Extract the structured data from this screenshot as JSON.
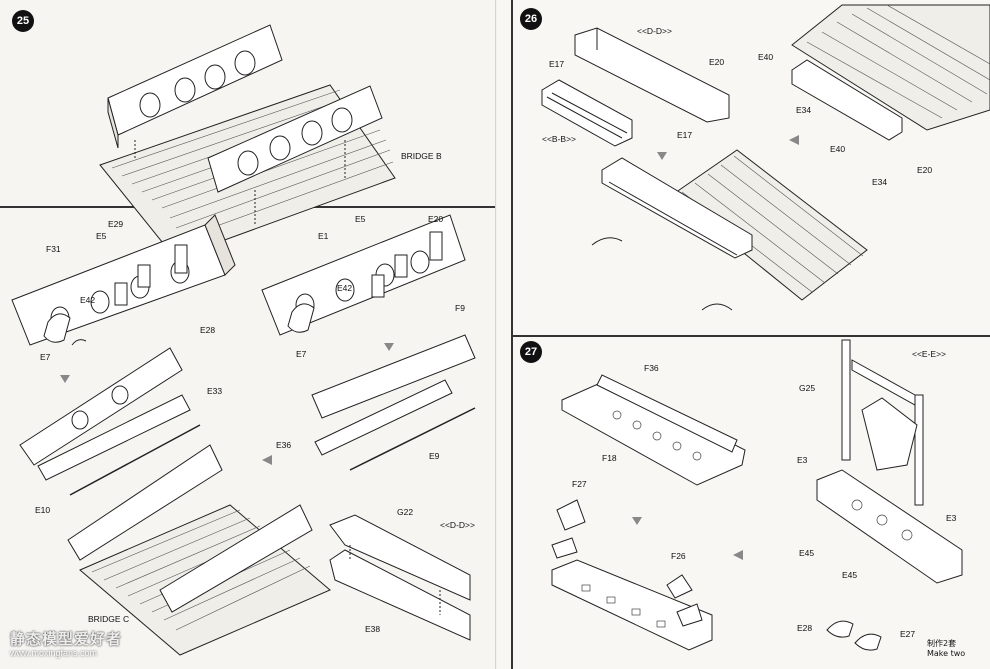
{
  "step25": {
    "number": "25",
    "bridge_b": "BRIDGE B",
    "bridge_c": "BRIDGE C",
    "section_dd": "<<D-D>>",
    "labels": {
      "e29": "E29",
      "e5_left": "E5",
      "f31": "F31",
      "e42_left": "E42",
      "e28": "E28",
      "e7_left": "E7",
      "e5_right": "E5",
      "e20": "E20",
      "e1": "E1",
      "e42_right": "E42",
      "f9": "F9",
      "e7_right": "E7",
      "e33": "E33",
      "e10": "E10",
      "e36": "E36",
      "e9": "E9",
      "g22": "G22",
      "e38": "E38"
    }
  },
  "step26": {
    "number": "26",
    "section_dd": "<<D-D>>",
    "section_bb": "<<B-B>>",
    "labels": {
      "e17_top": "E17",
      "e17_bottom": "E17",
      "e20_top": "E20",
      "e40_top": "E40",
      "e34_top": "E34",
      "e40_bottom": "E40",
      "e34_bottom": "E34",
      "e20_bottom": "E20"
    }
  },
  "step27": {
    "number": "27",
    "section_ee": "<<E-E>>",
    "make_two_cn": "制作2套",
    "make_two": "Make two",
    "labels": {
      "f36": "F36",
      "f18": "F18",
      "f27": "F27",
      "f26": "F26",
      "g25": "G25",
      "e3_left": "E3",
      "e3_right": "E3",
      "e45_top": "E45",
      "e45_bottom": "E45",
      "e28": "E28",
      "e27": "E27"
    }
  },
  "watermark": {
    "name": "静态模型爱好者",
    "url": "www.moxingfans.com"
  }
}
